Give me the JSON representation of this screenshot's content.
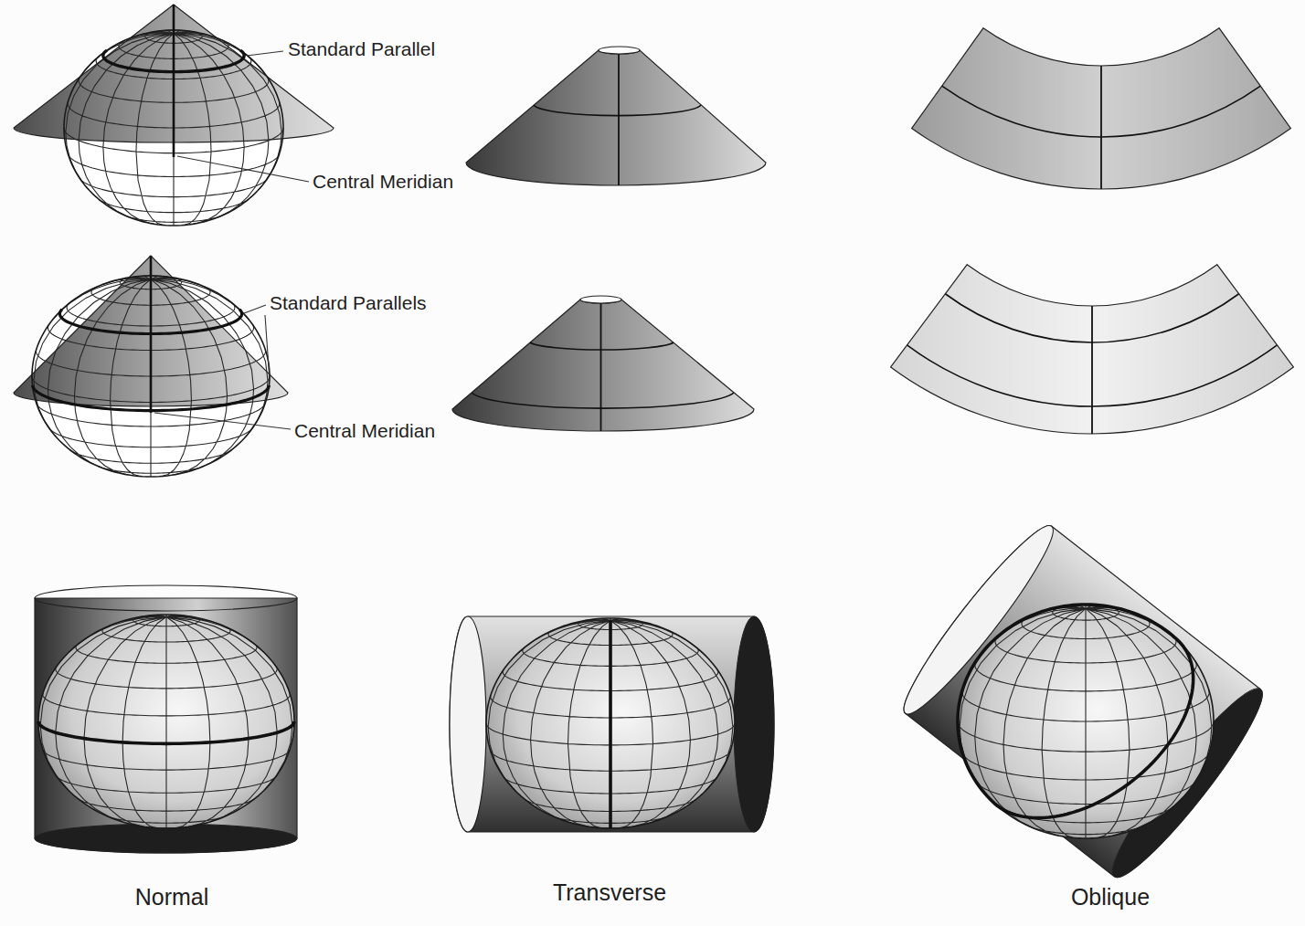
{
  "diagram": {
    "labels": [
      "Standard Parallel",
      "Central Meridian",
      "Standard Parallels",
      "Central Meridian",
      "Normal",
      "Transverse",
      "Oblique"
    ]
  }
}
